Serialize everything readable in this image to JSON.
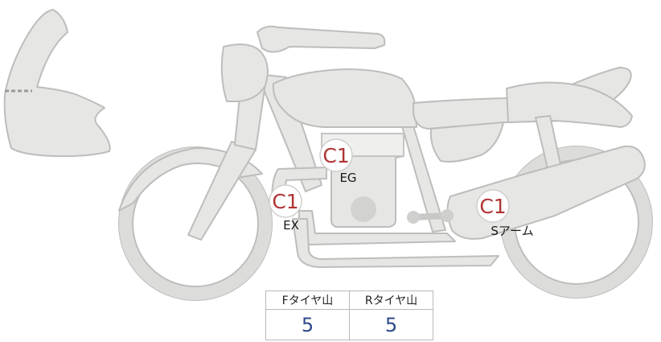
{
  "badges": [
    {
      "id": "eg",
      "code": "C1",
      "label": "EG"
    },
    {
      "id": "ex",
      "code": "C1",
      "label": "EX"
    },
    {
      "id": "swingarm",
      "code": "C1",
      "label": "Sアーム"
    }
  ],
  "tread_table": {
    "headers": [
      "Fタイヤ山",
      "Rタイヤ山"
    ],
    "values": [
      "5",
      "5"
    ]
  },
  "colors": {
    "part_fill": "#e6e6e4",
    "outline": "#bdbdbb",
    "code_text": "#b13434",
    "value_text": "#2c4a8a"
  }
}
